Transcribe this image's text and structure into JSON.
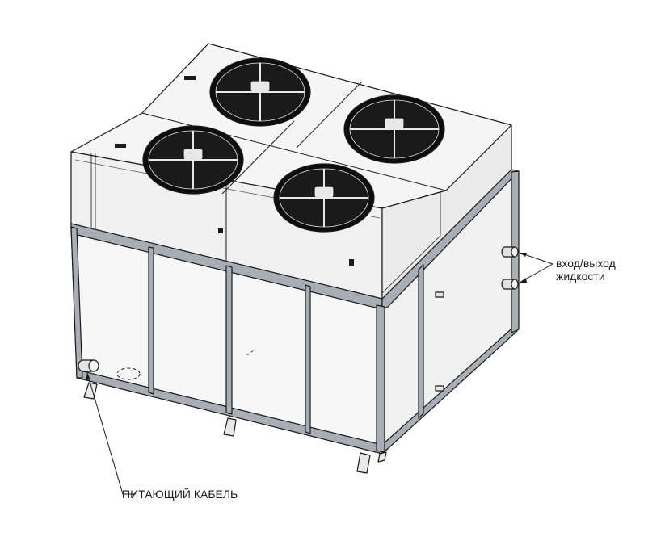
{
  "labels": {
    "inout_line1": "вход/выход",
    "inout_line2": "жидкости",
    "cable": "ПИТАЮЩИЙ КАБЕЛЬ"
  },
  "colors": {
    "stroke": "#1a1a1a",
    "frame_fill": "#a9aeb6",
    "panel_fill": "#f5f5f6",
    "fan_fill": "#0d0d0d"
  }
}
